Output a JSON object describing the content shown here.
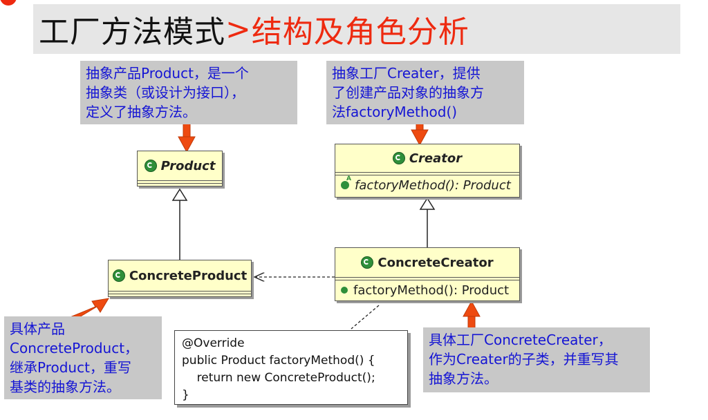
{
  "title": {
    "main": "工厂方法模式",
    "separator": ">",
    "sub": "结构及角色分析"
  },
  "notes": {
    "product": [
      "抽象产品Product，是一个",
      "抽象类（或设计为接口），",
      "定义了抽象方法。"
    ],
    "creator": [
      "抽象工厂Creater，提供",
      "了创建产品对象的抽象方",
      "法factoryMethod()"
    ],
    "concrete_product": [
      "具体产品",
      "ConcreteProduct，",
      "继承Product，重写",
      "基类的抽象方法。"
    ],
    "concrete_creator": [
      "具体工厂ConcreteCreater，",
      "作为Creater的子类，并重写其",
      "抽象方法。"
    ]
  },
  "classes": {
    "product": {
      "name": "Product",
      "icon": "class-icon"
    },
    "creator": {
      "name": "Creator",
      "icon": "class-icon",
      "method": "factoryMethod(): Product"
    },
    "concrete_product": {
      "name": "ConcreteProduct",
      "icon": "class-icon"
    },
    "concrete_creator": {
      "name": "ConcreteCreator",
      "icon": "class-icon",
      "method": "factoryMethod(): Product"
    }
  },
  "code_note": [
    "@Override",
    "public Product factoryMethod() {",
    "    return new ConcreteProduct();",
    "}"
  ],
  "colors": {
    "note_text": "#1515d4",
    "note_bg": "#c8c8c8",
    "title_accent": "#ee2a10",
    "class_bg": "#ffffc9",
    "arrow_red": "#ee4a10"
  }
}
